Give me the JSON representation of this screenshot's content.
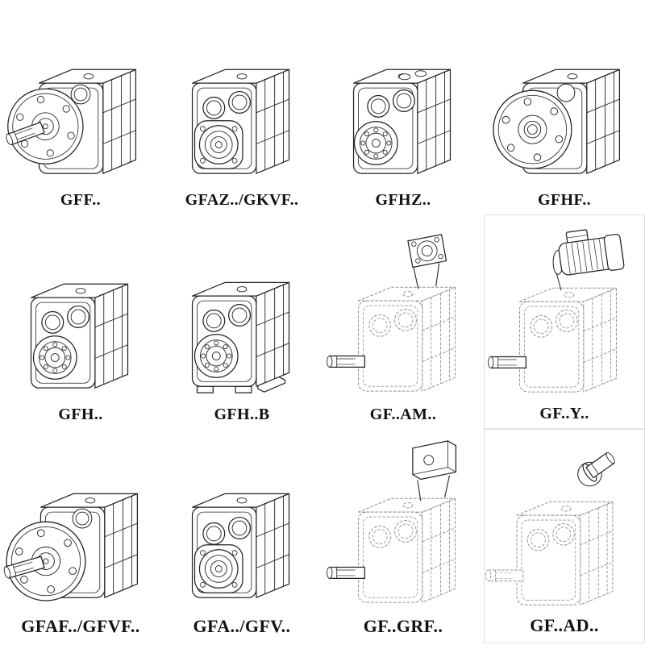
{
  "page": {
    "background": "#ffffff",
    "ink_color": "#222222",
    "phantom_line_color": "#909090"
  },
  "items": [
    {
      "label": "GFF..",
      "drawing": "gearbox-output-flange-with-shaft-icon",
      "line_style": "solid"
    },
    {
      "label": "GFAZ../GKVF..",
      "drawing": "gearbox-hollow-shaft-square-flange-icon",
      "line_style": "solid"
    },
    {
      "label": "GFHZ..",
      "drawing": "gearbox-hollow-shaft-top-plugs-icon",
      "line_style": "solid"
    },
    {
      "label": "GFHF..",
      "drawing": "gearbox-large-bolted-flange-icon",
      "line_style": "solid"
    },
    {
      "label": "GFH..",
      "drawing": "gearbox-splined-hollow-shaft-icon",
      "line_style": "solid"
    },
    {
      "label": "GFH..B",
      "drawing": "gearbox-splined-hollow-shaft-with-feet-icon",
      "line_style": "solid"
    },
    {
      "label": "GF..AM..",
      "drawing": "gearbox-phantom-with-iec-adapter-flange-icon",
      "line_style": "phantom"
    },
    {
      "label": "GF..Y..",
      "drawing": "gearbox-phantom-with-mounted-motor-icon",
      "line_style": "phantom"
    },
    {
      "label": "GFAF../GFVF..",
      "drawing": "gearbox-bolted-output-flange-with-shaft-icon",
      "line_style": "solid"
    },
    {
      "label": "GFA../GFV..",
      "drawing": "gearbox-hollow-shaft-square-flange-icon",
      "line_style": "solid"
    },
    {
      "label": "GF..GRF..",
      "drawing": "gearbox-phantom-with-adapter-block-icon",
      "line_style": "phantom"
    },
    {
      "label": "GF..AD..",
      "drawing": "gearbox-phantom-with-input-shaft-adapter-icon",
      "line_style": "phantom"
    }
  ]
}
